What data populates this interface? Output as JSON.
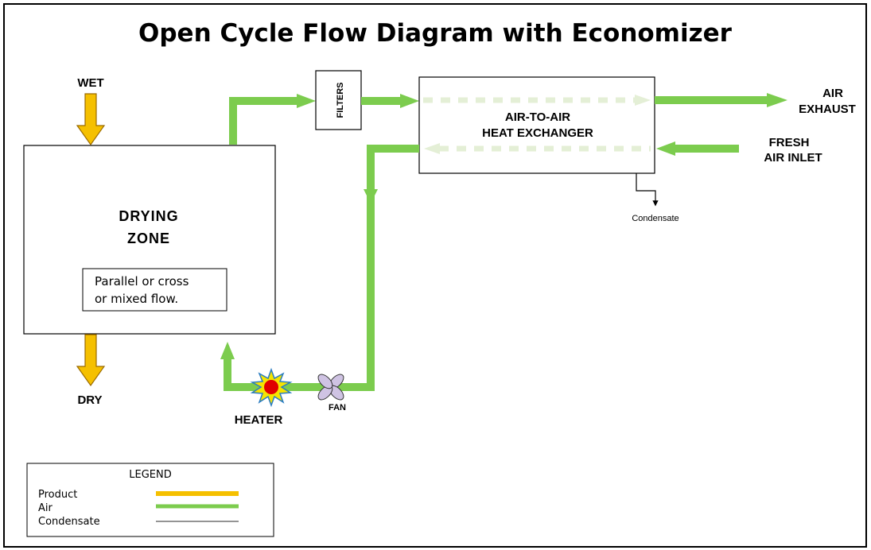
{
  "title": "Open Cycle Flow Diagram with Economizer",
  "labels": {
    "wet": "WET",
    "dry": "DRY",
    "drying_zone_line1": "DRYING",
    "drying_zone_line2": "ZONE",
    "flow_note_line1": "Parallel or cross",
    "flow_note_line2": "or mixed flow.",
    "filters": "FILTERS",
    "hx_line1": "AIR-TO-AIR",
    "hx_line2": "HEAT EXCHANGER",
    "air_exhaust_line1": "AIR",
    "air_exhaust_line2": "EXHAUST",
    "fresh_air_line1": "FRESH",
    "fresh_air_line2": "AIR INLET",
    "condensate": "Condensate",
    "heater": "HEATER",
    "fan": "FAN"
  },
  "legend": {
    "title": "LEGEND",
    "items": [
      {
        "label": "Product",
        "color": "#f5c000"
      },
      {
        "label": "Air",
        "color": "#7ccc4e"
      },
      {
        "label": "Condensate",
        "color": "#555555"
      }
    ]
  },
  "colors": {
    "product": "#f5c000",
    "product_outline": "#9a6a00",
    "air": "#7ccc4e",
    "air_dashed": "#e4efd6",
    "heater_burst": "#f5e400",
    "heater_burst_outline": "#2a7cc0",
    "heater_core": "#e00000",
    "fan_blade": "#cfc3e3"
  }
}
